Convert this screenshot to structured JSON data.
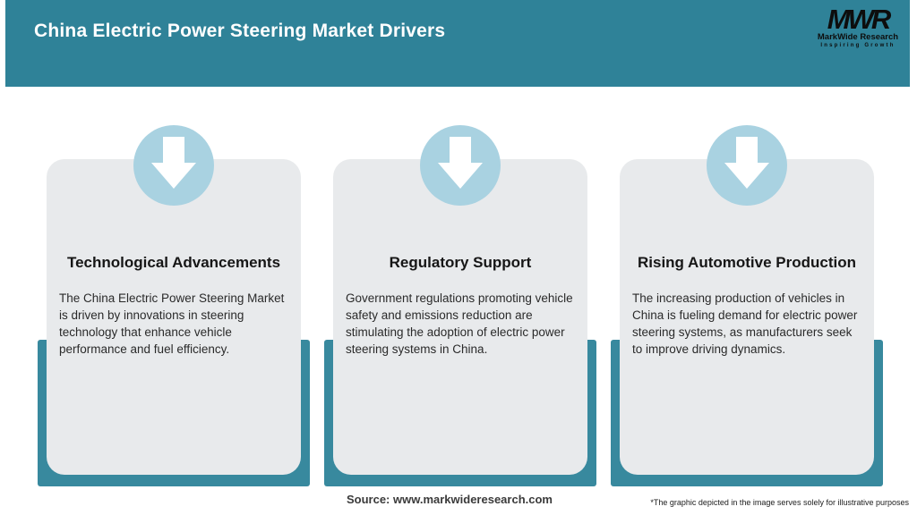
{
  "header": {
    "title": "China Electric Power Steering Market Drivers",
    "logo": {
      "monogram": "MWR",
      "name": "MarkWide Research",
      "tagline": "Inspiring Growth"
    }
  },
  "cards": [
    {
      "title": "Technological Advancements",
      "body": "The China Electric Power Steering Market is driven by innovations in steering technology that enhance vehicle performance and fuel efficiency."
    },
    {
      "title": "Regulatory Support",
      "body": "Government regulations promoting vehicle safety and emissions reduction are stimulating the adoption of electric power steering systems in China."
    },
    {
      "title": "Rising Automotive Production",
      "body": "The increasing production of vehicles in China is fueling demand for electric power steering systems, as manufacturers seek to improve driving dynamics."
    }
  ],
  "footer": {
    "source": "Source: www.markwideresearch.com",
    "disclaimer": "*The graphic depicted in the image serves solely for illustrative purposes"
  },
  "icons": {
    "down_arrow": "⬇"
  },
  "colors": {
    "header_teal": "#2F8298",
    "backing_teal": "#38899E",
    "circle_blue": "#A9D2E1",
    "card_gray": "#E8EAEC",
    "title_white": "#FFFFFF",
    "text_dark": "#2A2A2A"
  }
}
